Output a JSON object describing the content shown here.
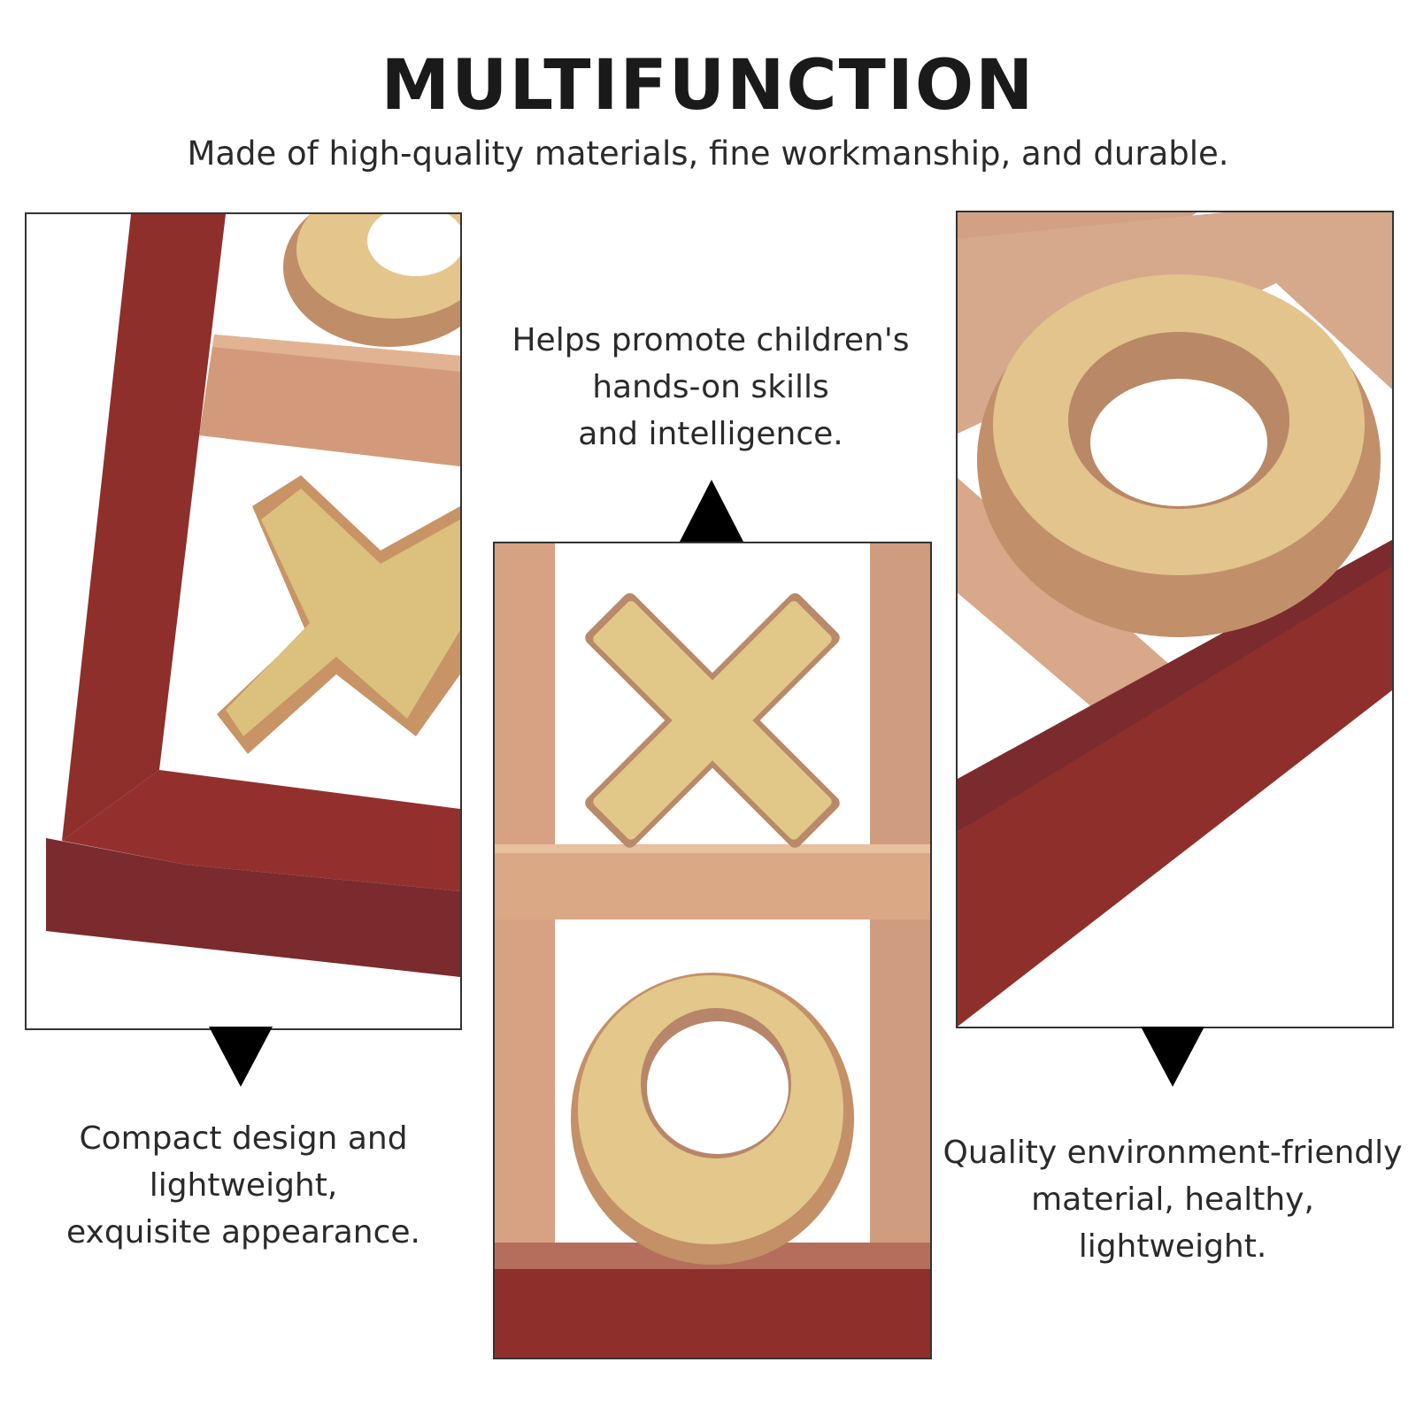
{
  "headline": "MULTIFUNCTION",
  "subheadline": "Made of high-quality materials, fine workmanship, and durable.",
  "captions": {
    "center": [
      "Helps promote children's",
      "hands-on skills",
      "and intelligence."
    ],
    "left": [
      "Compact design and",
      "lightweight,",
      "exquisite appearance."
    ],
    "right": [
      "Quality environment-friendly",
      "material, healthy, lightweight."
    ]
  },
  "colors": {
    "frame_red": "#8e2f2c",
    "frame_shadow": "#7a2a2b",
    "divider_wood": "#d9a584",
    "piece_gold": "#e6cc8a",
    "piece_side": "#bf8e66"
  }
}
